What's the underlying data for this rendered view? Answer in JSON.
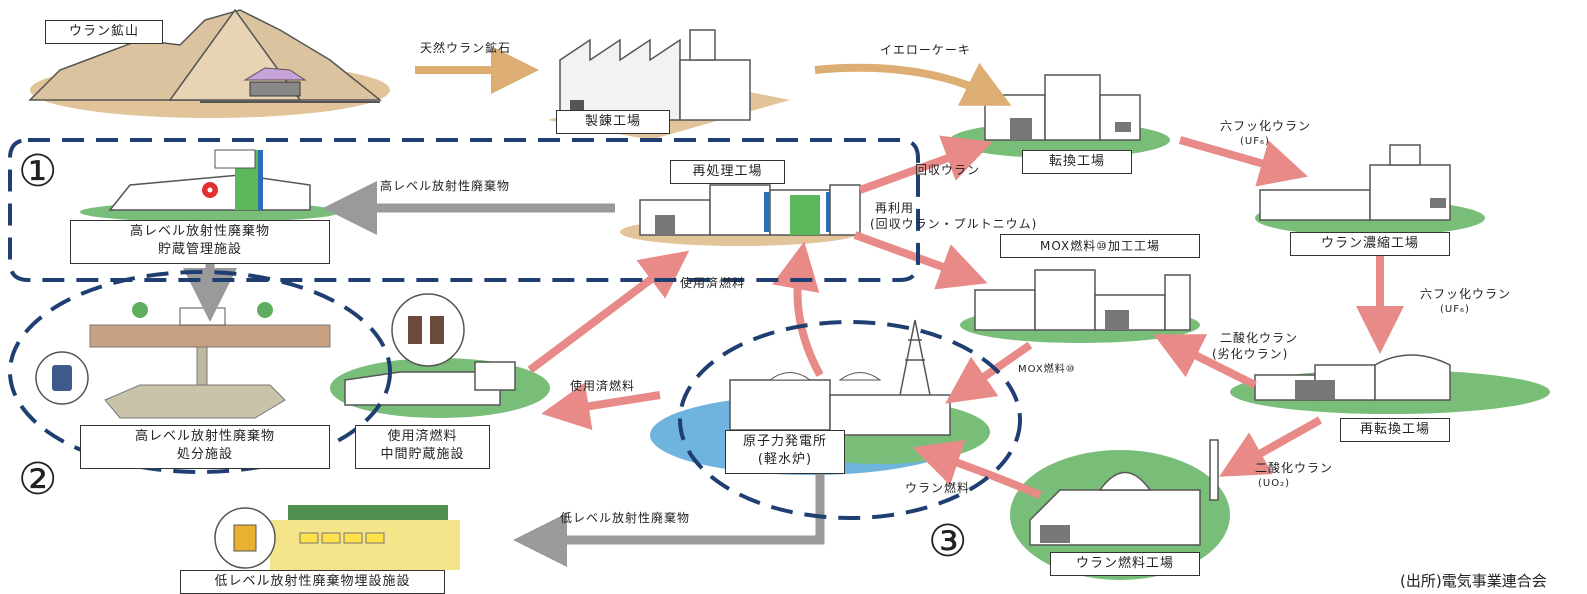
{
  "facilities": {
    "uranium_mine": "ウラン鉱山",
    "refinery": "製錬工場",
    "conversion": "転換工場",
    "enrichment": "ウラン濃縮工場",
    "reconversion": "再転換工場",
    "fuel_fabrication": "ウラン燃料工場",
    "power_plant_line1": "原子力発電所",
    "power_plant_line2": "(軽水炉)",
    "mox_fabrication": "MOX燃料⑩加工工場",
    "reprocessing": "再処理工場",
    "hlw_storage_line1": "高レベル放射性廃棄物",
    "hlw_storage_line2": "貯蔵管理施設",
    "hlw_disposal_line1": "高レベル放射性廃棄物",
    "hlw_disposal_line2": "処分施設",
    "spent_fuel_storage_line1": "使用済燃料",
    "spent_fuel_storage_line2": "中間貯蔵施設",
    "llw_disposal": "低レベル放射性廃棄物埋設施設"
  },
  "flows": {
    "natural_ore": "天然ウラン鉱石",
    "yellowcake": "イエローケーキ",
    "uf6_a": "六フッ化ウラン",
    "uf6_a_formula": "(UF₆)",
    "uf6_b": "六フッ化ウラン",
    "uf6_b_formula": "(UF₆)",
    "uo2_a": "二酸化ウラン",
    "uo2_a_note": "(劣化ウラン)",
    "uo2_b": "二酸化ウラン",
    "uo2_b_formula": "(UO₂)",
    "uranium_fuel": "ウラン燃料",
    "mox_fuel": "MOX燃料⑩",
    "spent_fuel_a": "使用済燃料",
    "spent_fuel_b": "使用済燃料",
    "recovered_uranium": "回収ウラン",
    "reuse_line1": "再利用",
    "reuse_line2": "(回収ウラン・プルトニウム)",
    "hlw": "高レベル放射性廃棄物",
    "llw": "低レベル放射性廃棄物"
  },
  "markers": {
    "one": "①",
    "two": "②",
    "three": "③"
  },
  "source": "(出所)電気事業連合会",
  "colors": {
    "arrow_pink": "#e88a88",
    "arrow_tan": "#dcae74",
    "arrow_gray": "#9a9a9a",
    "dash_blue": "#1f3f72",
    "ground_green": "#78be78",
    "ground_blue": "#6fb4df",
    "ground_tan": "#e2c49a"
  }
}
